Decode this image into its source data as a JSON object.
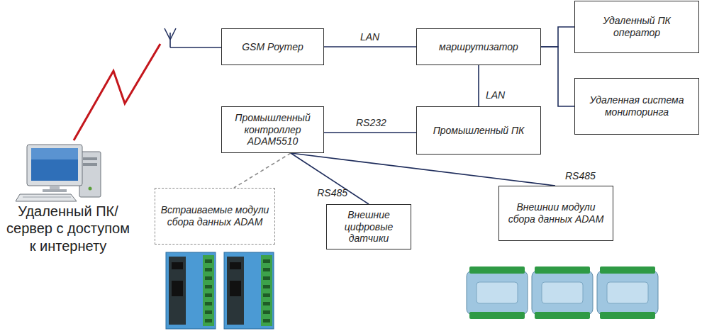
{
  "diagram": {
    "nodes": [
      {
        "text": [
          "GSM Роутер"
        ]
      },
      {
        "text": [
          "маршрутизатор"
        ]
      },
      {
        "text": [
          "Удаленный ПК оператор"
        ]
      },
      {
        "text": [
          "Удаленная система мониторинга"
        ]
      },
      {
        "text": [
          "Промышленный контроллер ADAM5510"
        ]
      },
      {
        "text": [
          "Промышленный ПК"
        ]
      },
      {
        "text": [
          "Встраиваемые модули сбора данных ADAM"
        ]
      },
      {
        "text": [
          "Внешние цифровые датчики"
        ]
      },
      {
        "text": [
          "Внешнии модули сбора данных ADAM"
        ]
      }
    ],
    "edges": [
      {
        "from": 0,
        "to": 1,
        "label": "LAN",
        "arrow": "none"
      },
      {
        "from": 1,
        "to": 2,
        "arrow": "none"
      },
      {
        "from": 1,
        "to": 3,
        "arrow": "none"
      },
      {
        "from": 1,
        "to": 5,
        "label": "LAN",
        "arrow": "none"
      },
      {
        "from": 4,
        "to": 5,
        "label": "RS232",
        "arrow": "none"
      },
      {
        "from": 4,
        "to": 6,
        "arrow": "none"
      },
      {
        "from": 4,
        "to": 7,
        "label": "RS485",
        "arrow": "none"
      },
      {
        "from": 4,
        "to": 8,
        "label": "RS485",
        "arrow": "none"
      }
    ],
    "labels": [
      "Удаленный ПК/сервер с доступом к интернету"
    ]
  }
}
